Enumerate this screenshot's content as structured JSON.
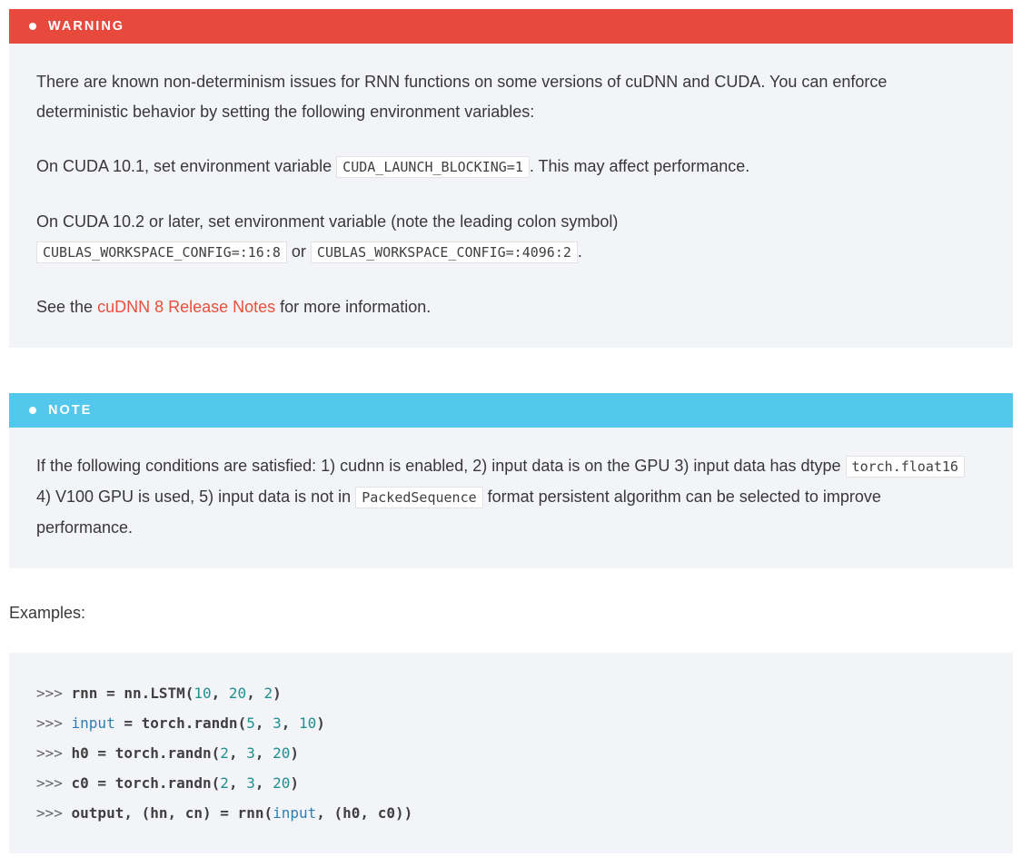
{
  "colors": {
    "warning_bg": "#e8493d",
    "note_bg": "#54c7ec",
    "admonition_body_bg": "#f3f4f7",
    "code_block_bg": "#f3f4f7",
    "link_color": "#e94f3b",
    "text_color": "#383838",
    "code_num_color": "#208f8f",
    "code_builtin_color": "#2e7eb3"
  },
  "warning": {
    "title": "WARNING",
    "p1": "There are known non-determinism issues for RNN functions on some versions of cuDNN and CUDA. You can enforce deterministic behavior by setting the following environment variables:",
    "p2_pre": "On CUDA 10.1, set environment variable ",
    "p2_code": "CUDA_LAUNCH_BLOCKING=1",
    "p2_post": ". This may affect performance.",
    "p3_pre": "On CUDA 10.2 or later, set environment variable (note the leading colon symbol)",
    "p3_code1": "CUBLAS_WORKSPACE_CONFIG=:16:8",
    "p3_mid": " or ",
    "p3_code2": "CUBLAS_WORKSPACE_CONFIG=:4096:2",
    "p3_post": ".",
    "p4_pre": "See the ",
    "p4_link": "cuDNN 8 Release Notes",
    "p4_post": " for more information."
  },
  "note": {
    "title": "NOTE",
    "p1_pre": "If the following conditions are satisfied: 1) cudnn is enabled, 2) input data is on the GPU 3) input data has dtype ",
    "p1_code1": "torch.float16",
    "p1_mid": " 4) V100 GPU is used, 5) input data is not in ",
    "p1_code2": "PackedSequence",
    "p1_post": " format persistent algorithm can be selected to improve performance."
  },
  "examples_label": "Examples:",
  "code_block": {
    "lines": [
      [
        {
          "t": ">>> ",
          "c": "prompt"
        },
        {
          "t": "rnn = nn.LSTM(",
          "c": "code"
        },
        {
          "t": "10",
          "c": "num"
        },
        {
          "t": ", ",
          "c": "code"
        },
        {
          "t": "20",
          "c": "num"
        },
        {
          "t": ", ",
          "c": "code"
        },
        {
          "t": "2",
          "c": "num"
        },
        {
          "t": ")",
          "c": "code"
        }
      ],
      [
        {
          "t": ">>> ",
          "c": "prompt"
        },
        {
          "t": "input",
          "c": "builtin"
        },
        {
          "t": " = torch.randn(",
          "c": "code"
        },
        {
          "t": "5",
          "c": "num"
        },
        {
          "t": ", ",
          "c": "code"
        },
        {
          "t": "3",
          "c": "num"
        },
        {
          "t": ", ",
          "c": "code"
        },
        {
          "t": "10",
          "c": "num"
        },
        {
          "t": ")",
          "c": "code"
        }
      ],
      [
        {
          "t": ">>> ",
          "c": "prompt"
        },
        {
          "t": "h0 = torch.randn(",
          "c": "code"
        },
        {
          "t": "2",
          "c": "num"
        },
        {
          "t": ", ",
          "c": "code"
        },
        {
          "t": "3",
          "c": "num"
        },
        {
          "t": ", ",
          "c": "code"
        },
        {
          "t": "20",
          "c": "num"
        },
        {
          "t": ")",
          "c": "code"
        }
      ],
      [
        {
          "t": ">>> ",
          "c": "prompt"
        },
        {
          "t": "c0 = torch.randn(",
          "c": "code"
        },
        {
          "t": "2",
          "c": "num"
        },
        {
          "t": ", ",
          "c": "code"
        },
        {
          "t": "3",
          "c": "num"
        },
        {
          "t": ", ",
          "c": "code"
        },
        {
          "t": "20",
          "c": "num"
        },
        {
          "t": ")",
          "c": "code"
        }
      ],
      [
        {
          "t": ">>> ",
          "c": "prompt"
        },
        {
          "t": "output, (hn, cn) = rnn(",
          "c": "code"
        },
        {
          "t": "input",
          "c": "builtin"
        },
        {
          "t": ", (h0, c0))",
          "c": "code"
        }
      ]
    ]
  }
}
